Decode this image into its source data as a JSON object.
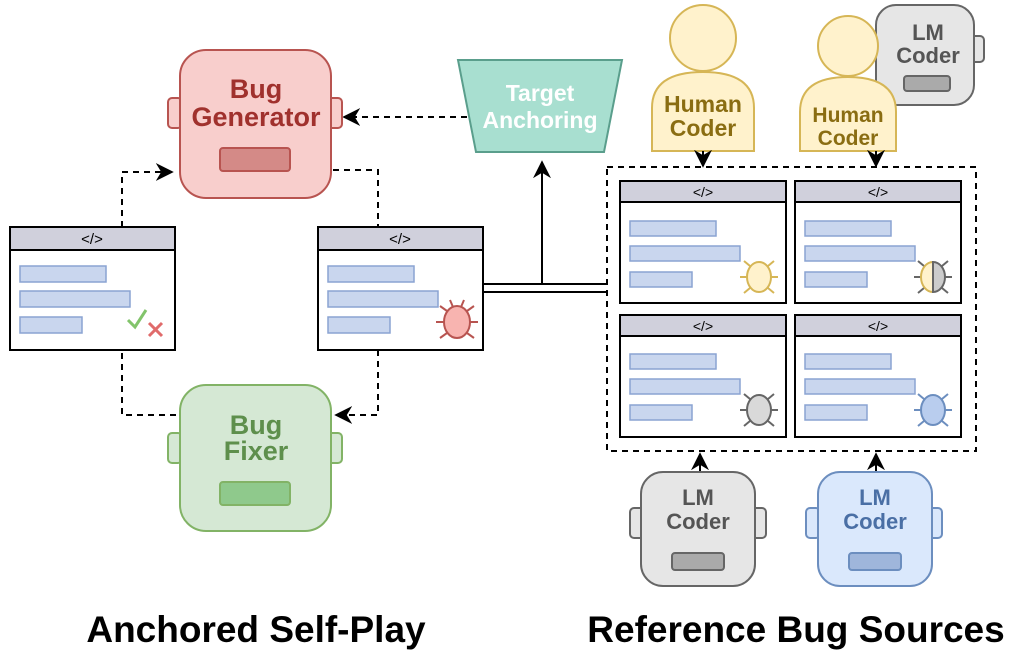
{
  "bug_generator": {
    "line1": "Bug",
    "line2": "Generator"
  },
  "bug_fixer": {
    "line1": "Bug",
    "line2": "Fixer"
  },
  "target_anchoring": {
    "line1": "Target",
    "line2": "Anchoring"
  },
  "code_tag": "</>",
  "human_coder": {
    "line1": "Human",
    "line2": "Coder"
  },
  "lm_coder": {
    "line1": "LM",
    "line2": "Coder"
  },
  "captions": {
    "left": "Anchored Self-Play",
    "right": "Reference Bug Sources"
  },
  "colors": {
    "generator_fill": "#f8cecc",
    "generator_stroke": "#b85450",
    "fixer_fill": "#d5e8d4",
    "fixer_stroke": "#82b366",
    "anchoring_fill": "#a8dfd0",
    "anchoring_stroke": "#5a9e8c",
    "human_fill": "#fff2cc",
    "human_stroke": "#d6b656",
    "lm_gray_fill": "#e6e6e6",
    "lm_gray_stroke": "#666666",
    "lm_blue_fill": "#dae8fc",
    "lm_blue_stroke": "#6c8ebf",
    "code_line_fill": "#c9d6ee",
    "code_line_stroke": "#8aa3d2"
  }
}
